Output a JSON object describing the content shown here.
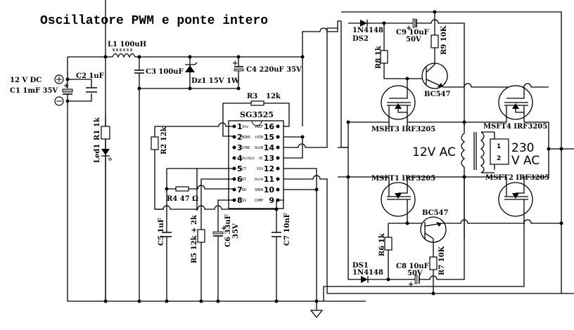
{
  "title": "Oscillatore PWM  e ponte intero",
  "supply": {
    "label": "12 V DC",
    "c1": "C1 1mF 35V",
    "c2": "C2 1uF",
    "l1": "L1 100uH",
    "c3": "C3 100uF",
    "dz1": "Dz1 15V 1W",
    "c4": "C4 220uF 35V",
    "plus": "+",
    "minus": "−"
  },
  "led": {
    "r1": "R1 1k",
    "led1": "Led1"
  },
  "ic": {
    "name": "SG3525",
    "left_pins": [
      {
        "num": "1",
        "name": "Inv"
      },
      {
        "num": "2",
        "name": "NINV"
      },
      {
        "num": "3",
        "name": "SYNC"
      },
      {
        "num": "4",
        "name": "OscOut"
      },
      {
        "num": "5",
        "name": "CT"
      },
      {
        "num": "6",
        "name": "RT"
      },
      {
        "num": "7",
        "name": "RD"
      },
      {
        "num": "8",
        "name": "SS"
      }
    ],
    "right_pins": [
      {
        "num": "16",
        "name": "VREF"
      },
      {
        "num": "15",
        "name": "+VIN"
      },
      {
        "num": "14",
        "name": "OutB"
      },
      {
        "num": "13",
        "name": "VC"
      },
      {
        "num": "12",
        "name": "VSS"
      },
      {
        "num": "11",
        "name": "OutA"
      },
      {
        "num": "10",
        "name": "SHDN"
      },
      {
        "num": "9",
        "name": "COMP"
      }
    ]
  },
  "timing": {
    "r3_name": "R3",
    "r3_val": "12k",
    "r2": "R2 12k",
    "r4": "R4 47 Ω",
    "c5": "C5 1uF",
    "r5": "R5 12k + 2k",
    "c6a": "C6 33uF",
    "c6b": "35V",
    "c7": "C7 10nF"
  },
  "bridge": {
    "ds2a": "1N4148",
    "ds2b": "DS2",
    "c9a": "C9 10uF",
    "c9b": "50V",
    "r9": "R9 10K",
    "r8": "R8 1k",
    "q_top": "BC547",
    "msft3": "MSFT3 IRF3205",
    "msft4": "MSFT4 IRF3205",
    "msft1": "MSFT1 IRF3205",
    "msft2": "MSFT2 IRF3205",
    "q_bot": "BC547",
    "r6": "R6 1k",
    "r7": "R7 10K",
    "ds1a": "DS1",
    "ds1b": "1N4148",
    "c8a": "C8 10uF",
    "c8b": "50V"
  },
  "transformer": {
    "primary": "12V AC",
    "secondary_a": "230",
    "secondary_b": "V AC",
    "pin1": "1",
    "pin2": "2"
  }
}
